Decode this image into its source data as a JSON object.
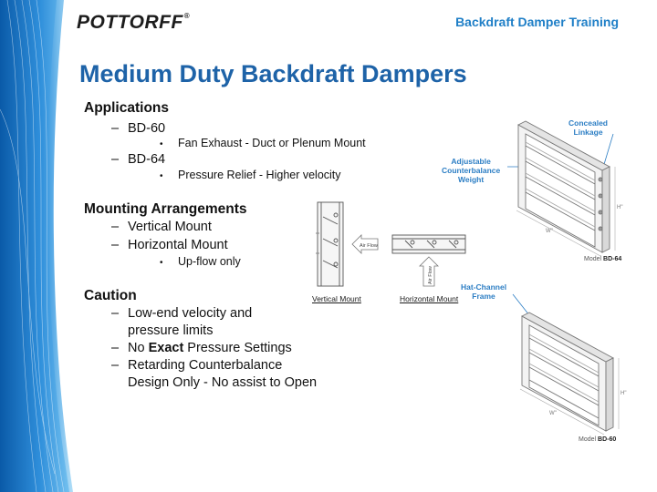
{
  "header": {
    "logo_text": "POTTORFF",
    "logo_mark": "®",
    "section_title": "Backdraft Damper Training"
  },
  "title": "Medium Duty Backdraft Dampers",
  "content": {
    "applications": {
      "heading": "Applications",
      "items": [
        {
          "label": "BD-60",
          "sub": [
            "Fan Exhaust - Duct or Plenum Mount"
          ]
        },
        {
          "label": "BD-64",
          "sub": [
            "Pressure Relief - Higher velocity"
          ]
        }
      ]
    },
    "mounting": {
      "heading": "Mounting Arrangements",
      "items": [
        {
          "label": "Vertical Mount",
          "sub": []
        },
        {
          "label": "Horizontal Mount",
          "sub": [
            "Up-flow only"
          ]
        }
      ]
    },
    "caution": {
      "heading": "Caution",
      "item1_line1": "Low-end velocity and",
      "item1_line2": "pressure limits",
      "item2_pre": "No ",
      "item2_bold": "Exact",
      "item2_post": " Pressure Settings",
      "item3_line1": "Retarding Counterbalance",
      "item3_line2": "Design Only - No assist to Open"
    }
  },
  "figures": {
    "callouts": {
      "concealed_linkage_1": "Concealed",
      "concealed_linkage_2": "Linkage",
      "counterbalance_1": "Adjustable",
      "counterbalance_2": "Counterbalance",
      "counterbalance_3": "Weight",
      "hat_channel_1": "Hat-Channel",
      "hat_channel_2": "Frame"
    },
    "mounting_diagram": {
      "airflow_label": "Air Flow",
      "vertical_caption": "Vertical Mount",
      "horizontal_caption": "Horizontal Mount"
    },
    "dim_labels": {
      "width": "W\"",
      "height": "H\""
    },
    "model_prefix": "Model ",
    "model_top": "BD-64",
    "model_bottom": "BD-60"
  },
  "colors": {
    "accent_blue": "#1e63a8",
    "header_blue": "#1f7fc7",
    "callout_blue": "#2c7ec4",
    "swoosh_dark": "#0b63b2",
    "swoosh_light": "#62b9ee"
  }
}
